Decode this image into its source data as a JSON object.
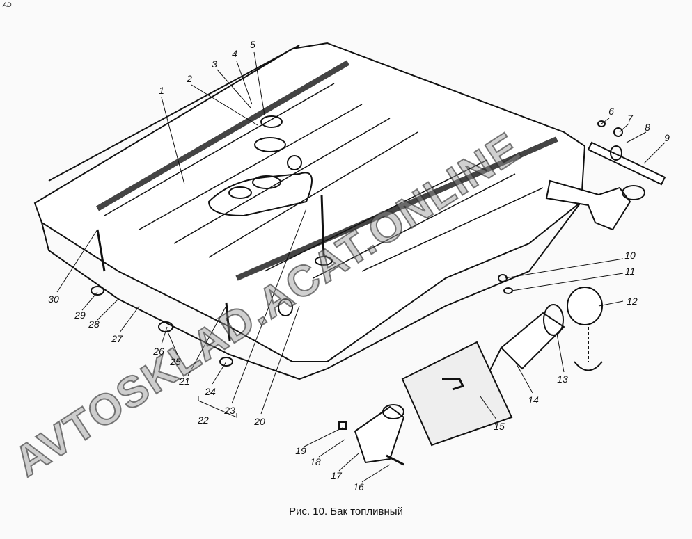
{
  "corner_mark": "AD",
  "caption": "Рис. 10. Бак топливный",
  "watermark": "AVTOSKLAD.ACAT.ONLINE",
  "callouts": [
    "1",
    "2",
    "3",
    "4",
    "5",
    "6",
    "7",
    "8",
    "9",
    "10",
    "11",
    "12",
    "13",
    "14",
    "15",
    "16",
    "17",
    "18",
    "19",
    "20",
    "21",
    "22",
    "23",
    "24",
    "25",
    "26",
    "27",
    "28",
    "29",
    "30"
  ]
}
